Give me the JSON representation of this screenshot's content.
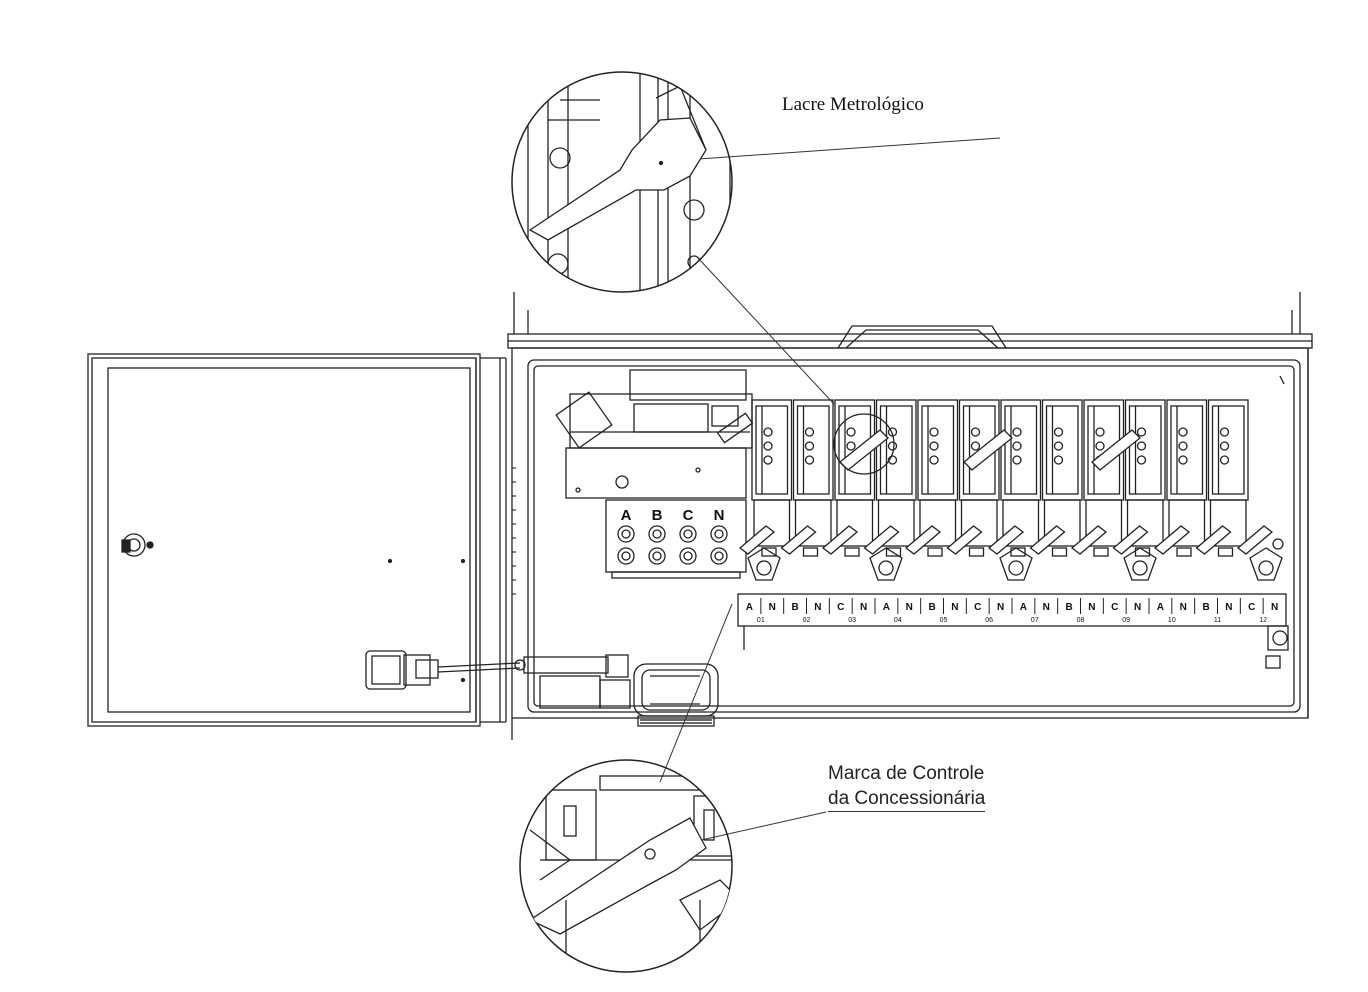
{
  "callouts": {
    "top_label": "Lacre Metrológico",
    "bottom_label_line1": "Marca de Controle",
    "bottom_label_line2": "da Concessionária"
  },
  "phase_terminals": [
    "A",
    "B",
    "C",
    "N"
  ],
  "terminal_strip": {
    "phases": [
      "A",
      "N",
      "B",
      "N",
      "C",
      "N",
      "A",
      "N",
      "B",
      "N",
      "C",
      "N",
      "A",
      "N",
      "B",
      "N",
      "C",
      "N",
      "A",
      "N",
      "B",
      "N",
      "C",
      "N"
    ],
    "numbers": [
      "01",
      "02",
      "03",
      "04",
      "05",
      "06",
      "07",
      "08",
      "09",
      "10",
      "11",
      "12"
    ]
  },
  "meter_modules": 12
}
